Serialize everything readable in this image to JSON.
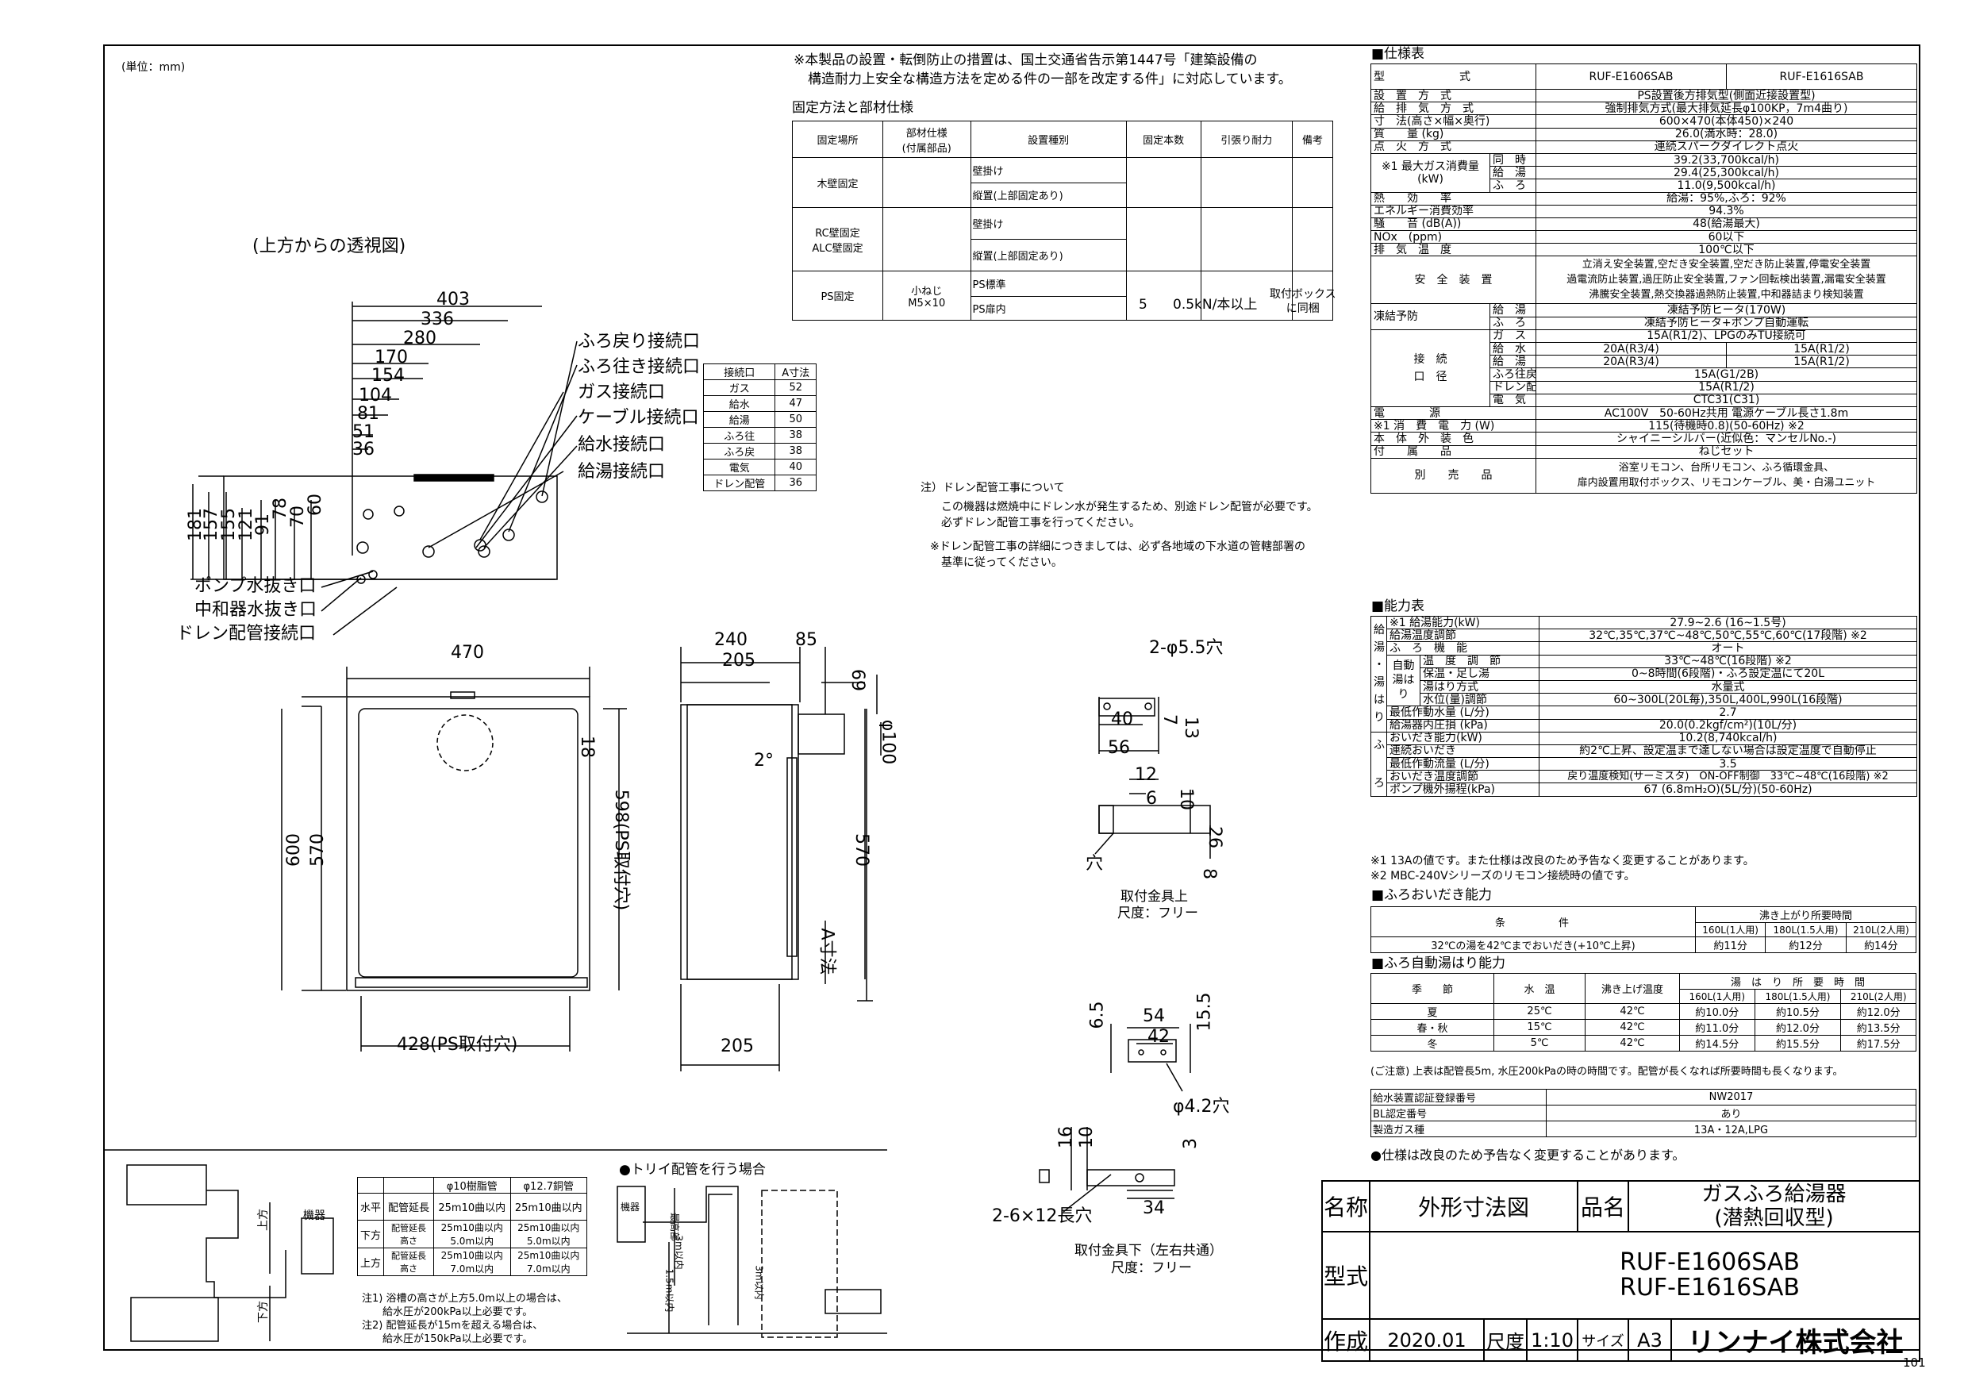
{
  "unit": "(単位：mm)",
  "page_number": "101",
  "top_note": [
    "※本製品の設置・転倒防止の措置は、国土交通省告示第1447号「建築設備の",
    "構造耐力上安全な構造方法を定める件の一部を改定する件」に対応しています。"
  ],
  "fix": {
    "title": "固定方法と部材仕様",
    "headers": [
      "固定場所",
      "部材仕様\n(付属部品)",
      "設置種別",
      "固定本数",
      "引張り耐力",
      "備考"
    ],
    "wood": "木壁固定",
    "wood_rows": [
      "壁掛け",
      "縦置(上部固定あり)"
    ],
    "rc": "RC壁固定\nALC壁固定",
    "rc_rows": [
      "壁掛け",
      "縦置(上部固定あり)"
    ],
    "ps": "PS固定",
    "ps_parts": "小ねじ\nM5×10",
    "ps_rows": [
      "PS標準",
      "PS扉内"
    ],
    "ps_count": "5",
    "ps_strength": "0.5kN/本以上",
    "ps_note": "取付ボックス\nに同梱"
  },
  "top_view": {
    "caption": "(上方からの透視図)",
    "dims": [
      "403",
      "336",
      "280",
      "170",
      "154",
      "104",
      "81",
      "51",
      "36"
    ],
    "vdims": [
      "181",
      "157",
      "155",
      "121",
      "91",
      "78",
      "70",
      "60"
    ],
    "labels": [
      "ふろ戻り接続口",
      "ふろ往き接続口",
      "ガス接続口",
      "ケーブル接続口",
      "給水接続口",
      "給湯接続口"
    ],
    "bottom_labels": [
      "ポンプ水抜き口",
      "中和器水抜き口",
      "ドレン配管接続口"
    ]
  },
  "conn_table": {
    "headers": [
      "接続口",
      "A寸法"
    ],
    "rows": [
      [
        "ガス",
        "52"
      ],
      [
        "給水",
        "47"
      ],
      [
        "給湯",
        "50"
      ],
      [
        "ふろ往",
        "38"
      ],
      [
        "ふろ戻",
        "38"
      ],
      [
        "電気",
        "40"
      ],
      [
        "ドレン配管",
        "36"
      ]
    ]
  },
  "drain_note": {
    "head": "注）ドレン配管工事について",
    "lines": [
      "この機器は燃焼中にドレン水が発生するため、別途ドレン配管が必要です。",
      "必ずドレン配管工事を行ってください。"
    ],
    "lines2": [
      "※ドレン配管工事の詳細につきましては、必ず各地域の下水道の管轄部署の",
      "基準に従ってください。"
    ]
  },
  "front": {
    "w": "470",
    "h600": "600",
    "h570": "570",
    "h598": "598(PS取付穴)",
    "d18": "18",
    "w428": "428(PS取付穴)"
  },
  "side": {
    "d240": "240",
    "d205": "205",
    "d85": "85",
    "d69": "69",
    "phi": "φ100",
    "deg": "2°",
    "h570": "570",
    "a": "A寸法",
    "b205": "205"
  },
  "bracket_top": {
    "hole": "2-φ5.5穴",
    "d40": "40",
    "d7": "7",
    "d13": "13",
    "d56": "56",
    "d12": "12",
    "d6": "6",
    "d10": "10",
    "d26": "26",
    "d8": "8",
    "hole_label": "穴",
    "cap": "取付金具上",
    "scale": "尺度：フリー"
  },
  "bracket_bottom": {
    "d54": "54",
    "d42": "42",
    "d65": "6.5",
    "d155": "15.5",
    "hole": "φ4.2穴",
    "d16": "16",
    "d10": "10",
    "d3": "3",
    "d34": "34",
    "slot": "2-6×12長穴",
    "cap": "取付金具下（左右共通）",
    "scale": "尺度：フリー"
  },
  "spec": {
    "title": "■仕様表",
    "type_label": "型　　　　　式",
    "models": [
      "RUF-E1606SAB",
      "RUF-E1616SAB"
    ],
    "rows": [
      [
        "設　置　方　式",
        "PS設置後方排気型(側面近接設置型)"
      ],
      [
        "給　排　気　方　式",
        "強制排気方式(最大排気延長φ100KP，7m4曲り)"
      ],
      [
        "寸　法(高さ×幅×奥行)",
        "600×470(本体450)×240"
      ],
      [
        "質　　量 (kg)",
        "26.0(満水時：28.0)"
      ],
      [
        "点　火　方　式",
        "連続スパークダイレクト点火"
      ]
    ],
    "gas_label": "※1 最大ガス消費量\n(kW)",
    "gas_rows": [
      [
        "同　時",
        "39.2(33,700kcal/h)"
      ],
      [
        "給　湯",
        "29.4(25,300kcal/h)"
      ],
      [
        "ふ　ろ",
        "11.0(9,500kcal/h)"
      ]
    ],
    "rows2": [
      [
        "熱　　効　　率",
        "給湯：95%,ふろ：92%"
      ],
      [
        "エネルギー消費効率",
        "94.3%"
      ],
      [
        "騒　　音 (dB(A))",
        "48(給湯最大)"
      ],
      [
        "NOx　(ppm)",
        "60以下"
      ],
      [
        "排　気　温　度",
        "100℃以下"
      ]
    ],
    "safety_label": "安　全　装　置",
    "safety": [
      "立消え安全装置,空だき安全装置,空だき防止装置,停電安全装置",
      "過電流防止装置,過圧防止安全装置,ファン回転検出装置,漏電安全装置",
      "沸騰安全装置,熱交換器過熱防止装置,中和器詰まり検知装置"
    ],
    "freeze_label": "凍結予防",
    "freeze": [
      [
        "給　湯",
        "凍結予防ヒータ(170W)"
      ],
      [
        "ふ　ろ",
        "凍結予防ヒータ+ポンプ自動運転"
      ]
    ],
    "conn_label": "接　続\n口　径",
    "conn": [
      [
        "ガ　ス",
        "15A(R1/2)、LPGのみTU接続可"
      ],
      [
        "給　水",
        "20A(R3/4)",
        "15A(R1/2)"
      ],
      [
        "給　湯",
        "20A(R3/4)",
        "15A(R1/2)"
      ],
      [
        "ふろ往戻",
        "15A(G1/2B)"
      ],
      [
        "ドレン配管",
        "15A(R1/2)"
      ],
      [
        "電　気",
        "CTC31(C31)"
      ]
    ],
    "rows3": [
      [
        "電　　　　源",
        "AC100V　50-60Hz共用 電源ケーブル長さ1.8m"
      ],
      [
        "※1 消　費　電　力 (W)",
        "115(待機時0.8)(50-60Hz) ※2"
      ],
      [
        "本　体　外　装　色",
        "シャイニーシルバー(近似色：マンセルNo.-)"
      ],
      [
        "付　　属　　品",
        "ねじセット"
      ]
    ],
    "sold_label": "別　　売　　品",
    "sold": [
      "浴室リモコン、台所リモコン、ふろ循環金具、",
      "扉内設置用取付ボックス、リモコンケーブル、美・白湯ユニット"
    ]
  },
  "perf": {
    "title": "■能力表",
    "kyuto": "給\n湯\n・\n湯\nは\nり",
    "furo": "ふ\n\n\nろ",
    "rows": [
      [
        "※1 給湯能力(kW)",
        "27.9~2.6 (16~1.5号)"
      ],
      [
        "給湯温度調節",
        "32℃,35℃,37℃~48℃,50℃,55℃,60℃(17段階) ※2"
      ],
      [
        "ふ　ろ　機　能",
        "オート"
      ]
    ],
    "auto_label": "自動\n湯はり",
    "auto": [
      [
        "温　度　調　節",
        "33℃~48℃(16段階) ※2"
      ],
      [
        "保温・足し湯",
        "0~8時間(6段階)・ふろ設定温にて20L"
      ],
      [
        "湯はり方式",
        "水量式"
      ],
      [
        "水位(量)調節",
        "60~300L(20L毎),350L,400L,990L(16段階)"
      ]
    ],
    "rows2": [
      [
        "最低作動水量 (L/分)",
        "2.7"
      ],
      [
        "給湯器内圧損 (kPa)",
        "20.0(0.2kgf/cm²)(10L/分)"
      ]
    ],
    "rows3": [
      [
        "おいだき能力(kW)",
        "10.2(8,740kcal/h)"
      ],
      [
        "連続おいだき",
        "約2℃上昇、設定温まで達しない場合は設定温度で自動停止"
      ],
      [
        "最低作動流量 (L/分)",
        "3.5"
      ],
      [
        "おいだき温度調節",
        "戻り温度検知(サーミスタ)　ON-OFF制御　33℃~48℃(16段階) ※2"
      ],
      [
        "ポンプ機外揚程(kPa)",
        "67 (6.8mH₂O)(5L/分)(50-60Hz)"
      ]
    ],
    "notes": [
      "※1 13Aの値です。また仕様は改良のため予告なく変更することがあります。",
      "※2 MBC-240Vシリーズのリモコン接続時の値です。"
    ]
  },
  "oidaki": {
    "title": "■ふろおいだき能力",
    "cond": "条　　　　件",
    "time": "沸き上がり所要時間",
    "cols": [
      "160L(1人用)",
      "180L(1.5人用)",
      "210L(2人用)"
    ],
    "row": [
      "32℃の湯を42℃までおいだき(+10℃上昇)",
      "約11分",
      "約12分",
      "約14分"
    ]
  },
  "yuhari": {
    "title": "■ふろ自動湯はり能力",
    "heads": [
      "季　　節",
      "水　温",
      "沸き上げ温度",
      "湯　は　り　所　要　時　間"
    ],
    "cols": [
      "160L(1人用)",
      "180L(1.5人用)",
      "210L(2人用)"
    ],
    "rows": [
      [
        "夏",
        "25℃",
        "42℃",
        "約10.0分",
        "約10.5分",
        "約12.0分"
      ],
      [
        "春・秋",
        "15℃",
        "42℃",
        "約11.0分",
        "約12.0分",
        "約13.5分"
      ],
      [
        "冬",
        "5℃",
        "42℃",
        "約14.5分",
        "約15.5分",
        "約17.5分"
      ]
    ],
    "note": "(ご注意) 上表は配管長5m, 水圧200kPaの時の時間です。配管が長くなれば所要時間も長くなります。"
  },
  "cert": [
    [
      "給水装置認証登録番号",
      "NW2017"
    ],
    [
      "BL認定番号",
      "あり"
    ],
    [
      "製造ガス種",
      "13A・12A,LPG"
    ]
  ],
  "cert_note": "●仕様は改良のため予告なく変更することがあります。",
  "pipe": {
    "labels": [
      "上方",
      "下方",
      "機器"
    ],
    "heads": [
      "",
      "",
      "φ10樹脂管",
      "φ12.7銅管"
    ],
    "rows": [
      [
        "水平",
        "配管延長",
        "25m10曲以内",
        "25m10曲以内"
      ],
      [
        "下方",
        "配管延長\n高さ",
        "25m10曲以内\n5.0m以内",
        "25m10曲以内\n5.0m以内"
      ],
      [
        "上方",
        "配管延長\n高さ",
        "25m10曲以内\n7.0m以内",
        "25m10曲以内\n7.0m以内"
      ]
    ],
    "notes": [
      "注1) 浴槽の高さが上方5.0m以上の場合は、",
      "　　給水圧が200kPa以上必要です。",
      "注2) 配管延長が15mを超える場合は、",
      "　　給水圧が150kPa以上必要です。"
    ],
    "trap_title": "●トリイ配管を行う場合",
    "trap_labels": [
      "機器",
      "最高部",
      "3m以内",
      "1.5m以内",
      "3m以内"
    ]
  },
  "title_block": {
    "name_label": "名称",
    "name": "外形寸法図",
    "product_label": "品名",
    "product": [
      "ガスふろ給湯器",
      "(潜熱回収型)"
    ],
    "type_label": "型式",
    "types": [
      "RUF-E1606SAB",
      "RUF-E1616SAB"
    ],
    "made_label": "作成",
    "made": "2020.01",
    "scale_label": "尺度",
    "scale": "1:10",
    "size_label": "サイズ",
    "size": "A3",
    "company": "リンナイ株式会社"
  }
}
